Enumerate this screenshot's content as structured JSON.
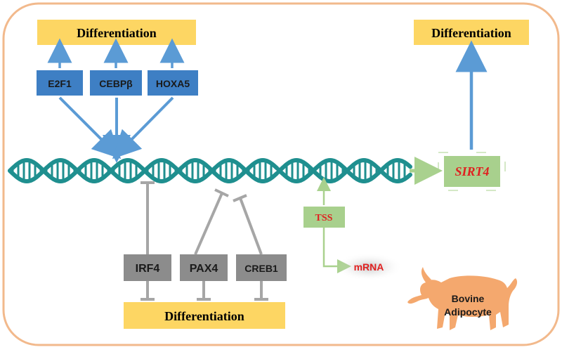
{
  "labels": {
    "diff_top_left": "Differentiation",
    "diff_top_right": "Differentiation",
    "diff_bottom": "Differentiation",
    "e2f1": "E2F1",
    "cebpb": "CEBPβ",
    "hoxa5": "HOXA5",
    "irf4": "IRF4",
    "pax4": "PAX4",
    "creb1": "CREB1",
    "tss": "TSS",
    "mrna": "mRNA",
    "sirt4": "SIRT4",
    "bovine_line1": "Bovine",
    "bovine_line2": "Adipocyte"
  },
  "colors": {
    "frame": "#f2b98c",
    "yellow_box": "#fdd663",
    "blue_box": "#3e7fc4",
    "blue_arrow": "#5b9bd5",
    "gray_box": "#8c8c8c",
    "gray_line": "#a6a6a6",
    "green_box": "#a8d08d",
    "green_arrow": "#a9d18e",
    "dna": "#1f8f8f",
    "red_text": "#e02020",
    "bull": "#f4a86e"
  },
  "icons": {
    "dna": "dna-helix-icon",
    "bull": "bull-icon"
  }
}
